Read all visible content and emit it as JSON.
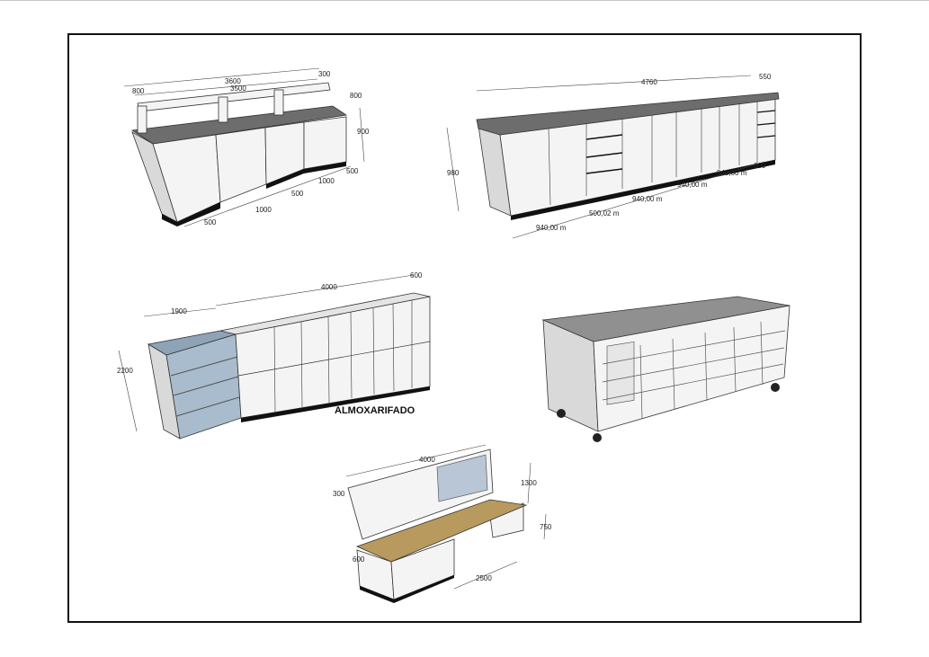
{
  "drawings": {
    "lab_bench": {
      "length_outer": "3600",
      "length_inner": "3500",
      "shelf_depth": "300",
      "left_depth": "800",
      "right_depth": "800",
      "height": "900",
      "seg1": "500",
      "seg2": "1000",
      "seg3": "500",
      "seg4": "1000",
      "seg5": "500"
    },
    "long_cabinet": {
      "length": "4760",
      "depth": "550",
      "height": "980",
      "seg1": "940,00 m",
      "seg2": "500,02 m",
      "seg3": "940,00 m",
      "seg4": "940,00 m",
      "seg5": "940,00 m",
      "seg6": "600"
    },
    "storage": {
      "shelf_width": "1900",
      "locker_length": "4000",
      "depth": "600",
      "height": "2200",
      "label": "ALMOXARIFADO"
    },
    "bin_cart": {},
    "workbench": {
      "length": "4000",
      "shelf_depth": "300",
      "height": "1300",
      "desk_height": "750",
      "desk_depth": "600",
      "desk_length": "2500"
    }
  },
  "colors": {
    "counter": "#6d6d6d",
    "wood": "#b89a5e",
    "glass": "#b8c6d6",
    "frame": "#111111"
  }
}
